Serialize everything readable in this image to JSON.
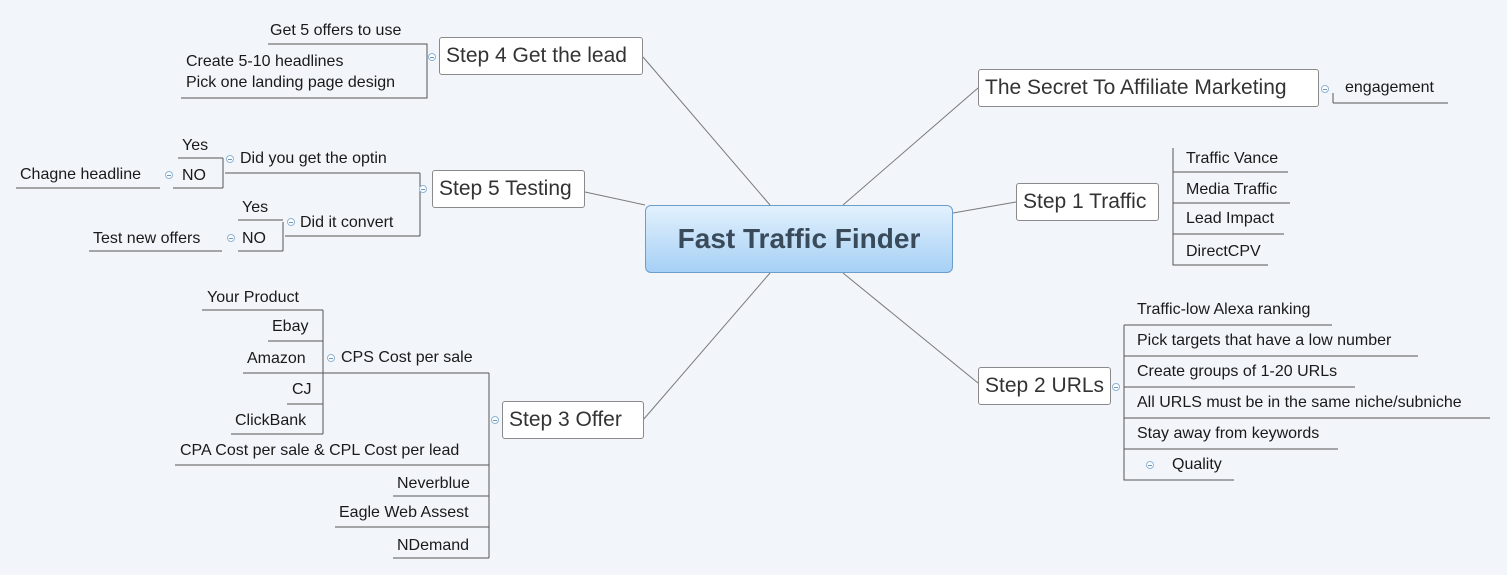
{
  "central": "Fast Traffic Finder",
  "branches": {
    "secret": {
      "title": "The Secret To Affiliate Marketing",
      "children": [
        "engagement"
      ]
    },
    "step1": {
      "title": "Step 1 Traffic",
      "children": [
        "Traffic Vance",
        "Media Traffic",
        "Lead Impact",
        "DirectCPV"
      ]
    },
    "step2": {
      "title": "Step 2 URLs",
      "children": [
        "Traffic-low Alexa ranking",
        "Pick targets that have a low number",
        "Create groups of 1-20 URLs",
        "All URLS must be in the same niche/subniche",
        "Stay away from keywords",
        "Quality"
      ]
    },
    "step3": {
      "title": "Step 3  Offer",
      "cps": "CPS Cost per sale",
      "cps_children": [
        "Your Product",
        "Ebay",
        "Amazon",
        "CJ",
        "ClickBank"
      ],
      "others": [
        "CPA Cost per sale & CPL Cost per lead",
        "Neverblue",
        "Eagle Web Assest",
        "NDemand"
      ]
    },
    "step4": {
      "title": "Step 4 Get the lead",
      "children": [
        "Get 5 offers to use",
        "Create 5-10 headlines",
        "Pick one landing page design"
      ]
    },
    "step5": {
      "title": "Step 5 Testing",
      "optin": "Did you get the optin",
      "optin_yes": "Yes",
      "optin_no": "NO",
      "optin_no_child": "Chagne headline",
      "convert": "Did it convert",
      "convert_yes": "Yes",
      "convert_no": "NO",
      "convert_no_child": "Test new offers"
    }
  }
}
